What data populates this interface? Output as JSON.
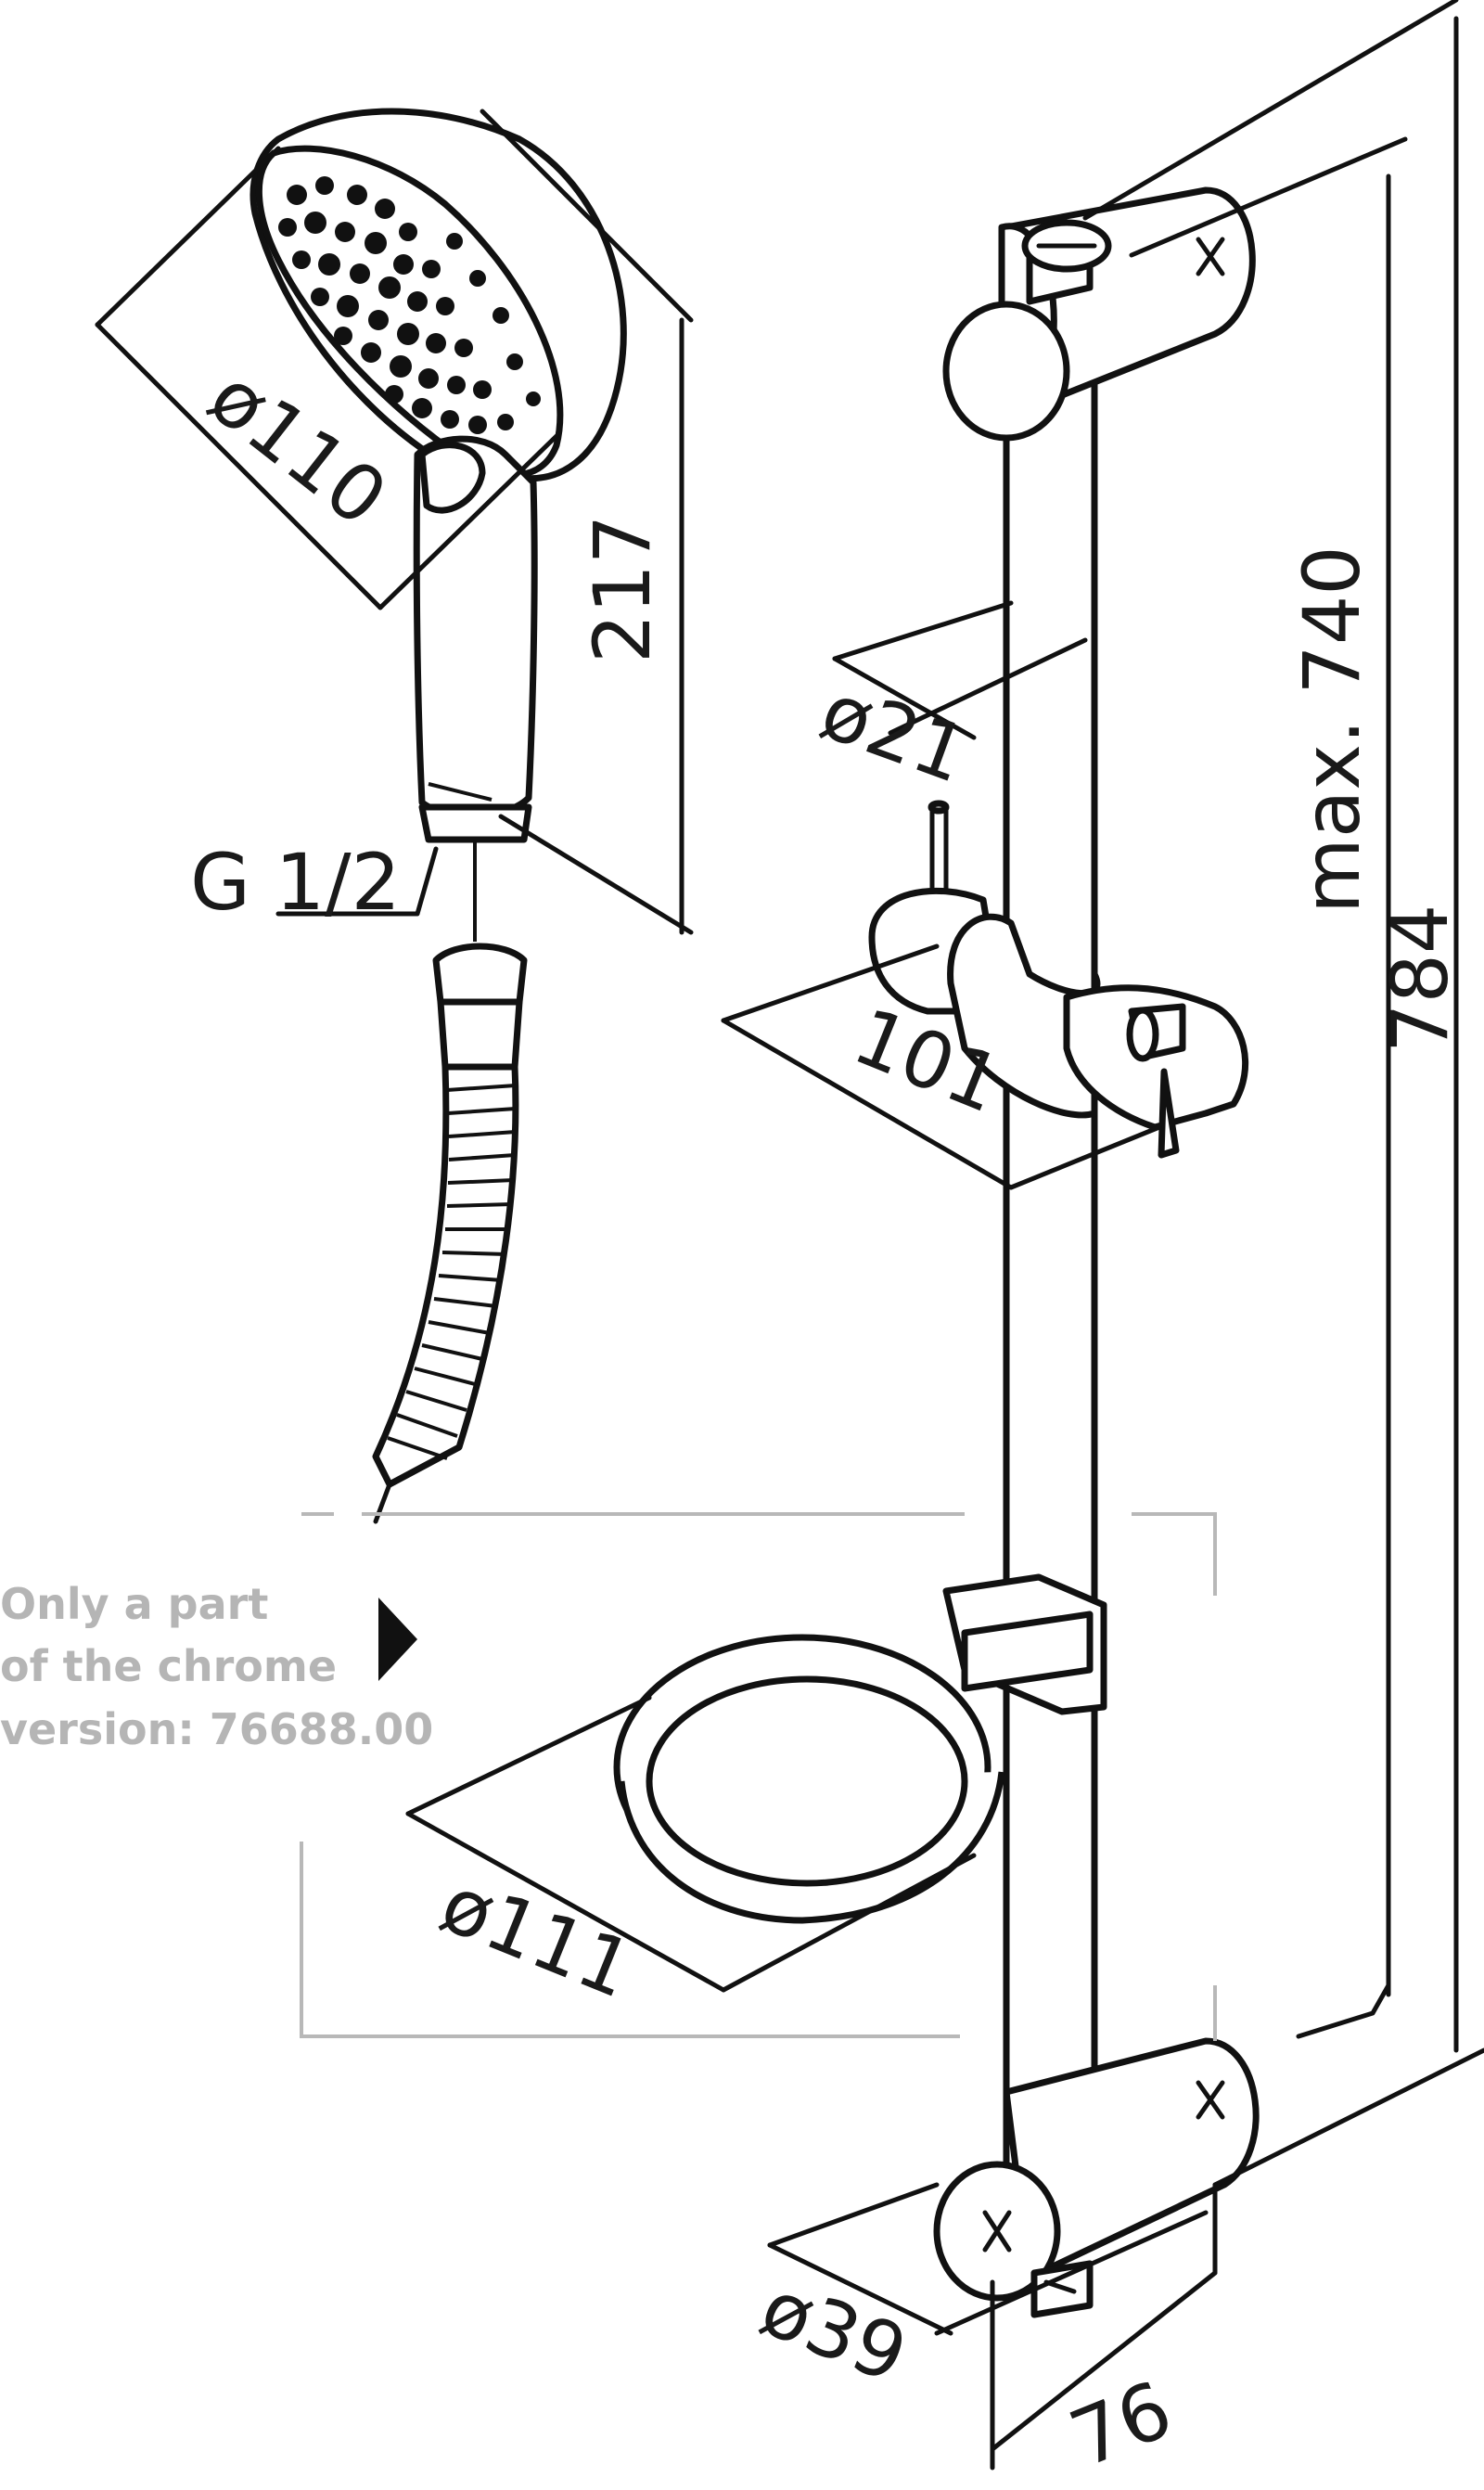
{
  "dimensions": {
    "shower_head_diameter": "ø110",
    "hand_shower_length": "217",
    "connection_thread": "G 1/2",
    "rail_diameter": "ø21",
    "slider_depth": "101",
    "max_height": "max. 740",
    "total_height": "784",
    "soap_dish_diameter": "ø111",
    "bracket_diameter": "ø39",
    "wall_distance": "76"
  },
  "note": {
    "lines": [
      "Only a part",
      "of the chrome",
      "version: 76688.00"
    ]
  },
  "icons": {
    "note_arrow": "triangle-right-icon"
  },
  "colors": {
    "line": "#111111",
    "note_text": "#b5b5b5",
    "note_frame": "#b8b8b8"
  }
}
